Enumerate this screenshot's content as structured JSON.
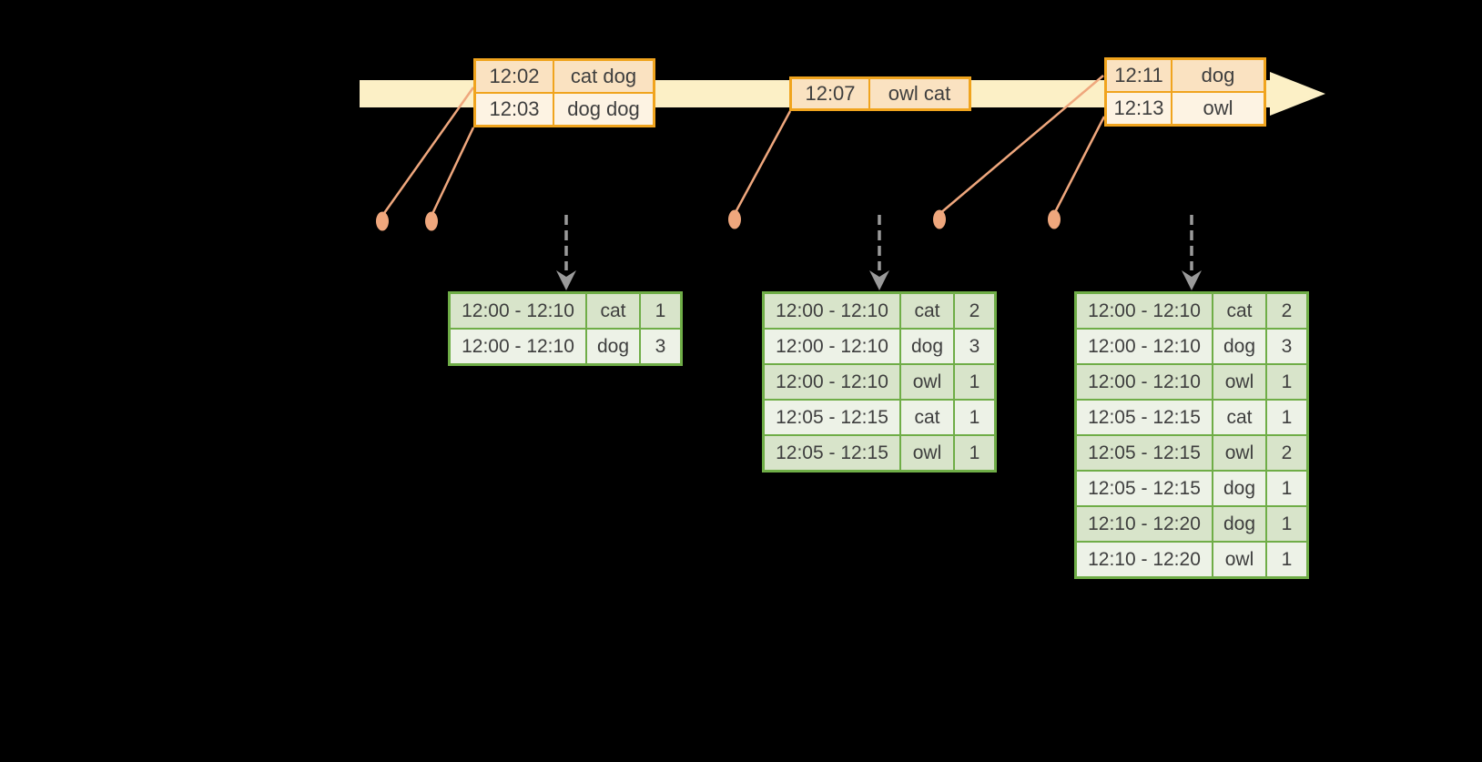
{
  "timeline": {
    "event_tables": [
      {
        "rows": [
          {
            "time": "12:02",
            "words": "cat dog"
          },
          {
            "time": "12:03",
            "words": "dog dog"
          }
        ]
      },
      {
        "rows": [
          {
            "time": "12:07",
            "words": "owl cat"
          }
        ]
      },
      {
        "rows": [
          {
            "time": "12:11",
            "words": "dog"
          },
          {
            "time": "12:13",
            "words": "owl"
          }
        ]
      }
    ]
  },
  "result_tables": [
    {
      "rows": [
        {
          "window": "12:00 - 12:10",
          "word": "cat",
          "count": "1"
        },
        {
          "window": "12:00 - 12:10",
          "word": "dog",
          "count": "3"
        }
      ]
    },
    {
      "rows": [
        {
          "window": "12:00 - 12:10",
          "word": "cat",
          "count": "2"
        },
        {
          "window": "12:00 - 12:10",
          "word": "dog",
          "count": "3"
        },
        {
          "window": "12:00 - 12:10",
          "word": "owl",
          "count": "1"
        },
        {
          "window": "12:05 - 12:15",
          "word": "cat",
          "count": "1"
        },
        {
          "window": "12:05 - 12:15",
          "word": "owl",
          "count": "1"
        }
      ]
    },
    {
      "rows": [
        {
          "window": "12:00 - 12:10",
          "word": "cat",
          "count": "2"
        },
        {
          "window": "12:00 - 12:10",
          "word": "dog",
          "count": "3"
        },
        {
          "window": "12:00 - 12:10",
          "word": "owl",
          "count": "1"
        },
        {
          "window": "12:05 - 12:15",
          "word": "cat",
          "count": "1"
        },
        {
          "window": "12:05 - 12:15",
          "word": "owl",
          "count": "2"
        },
        {
          "window": "12:05 - 12:15",
          "word": "dog",
          "count": "1"
        },
        {
          "window": "12:10 - 12:20",
          "word": "dog",
          "count": "1"
        },
        {
          "window": "12:10 - 12:20",
          "word": "owl",
          "count": "1"
        }
      ]
    }
  ],
  "colors": {
    "background": "#000000",
    "timeline_band": "#FCF0C6",
    "event_table_border": "#F0A41E",
    "event_row_dark": "#FAE2C1",
    "event_row_light": "#FDF3E3",
    "event_dot": "#EFA77D",
    "result_table_border": "#6FAD47",
    "result_row_dark": "#D8E4CA",
    "result_row_light": "#EDF2E7",
    "trigger_arrow": "#9A9A9A",
    "text": "#3E3E3E"
  }
}
